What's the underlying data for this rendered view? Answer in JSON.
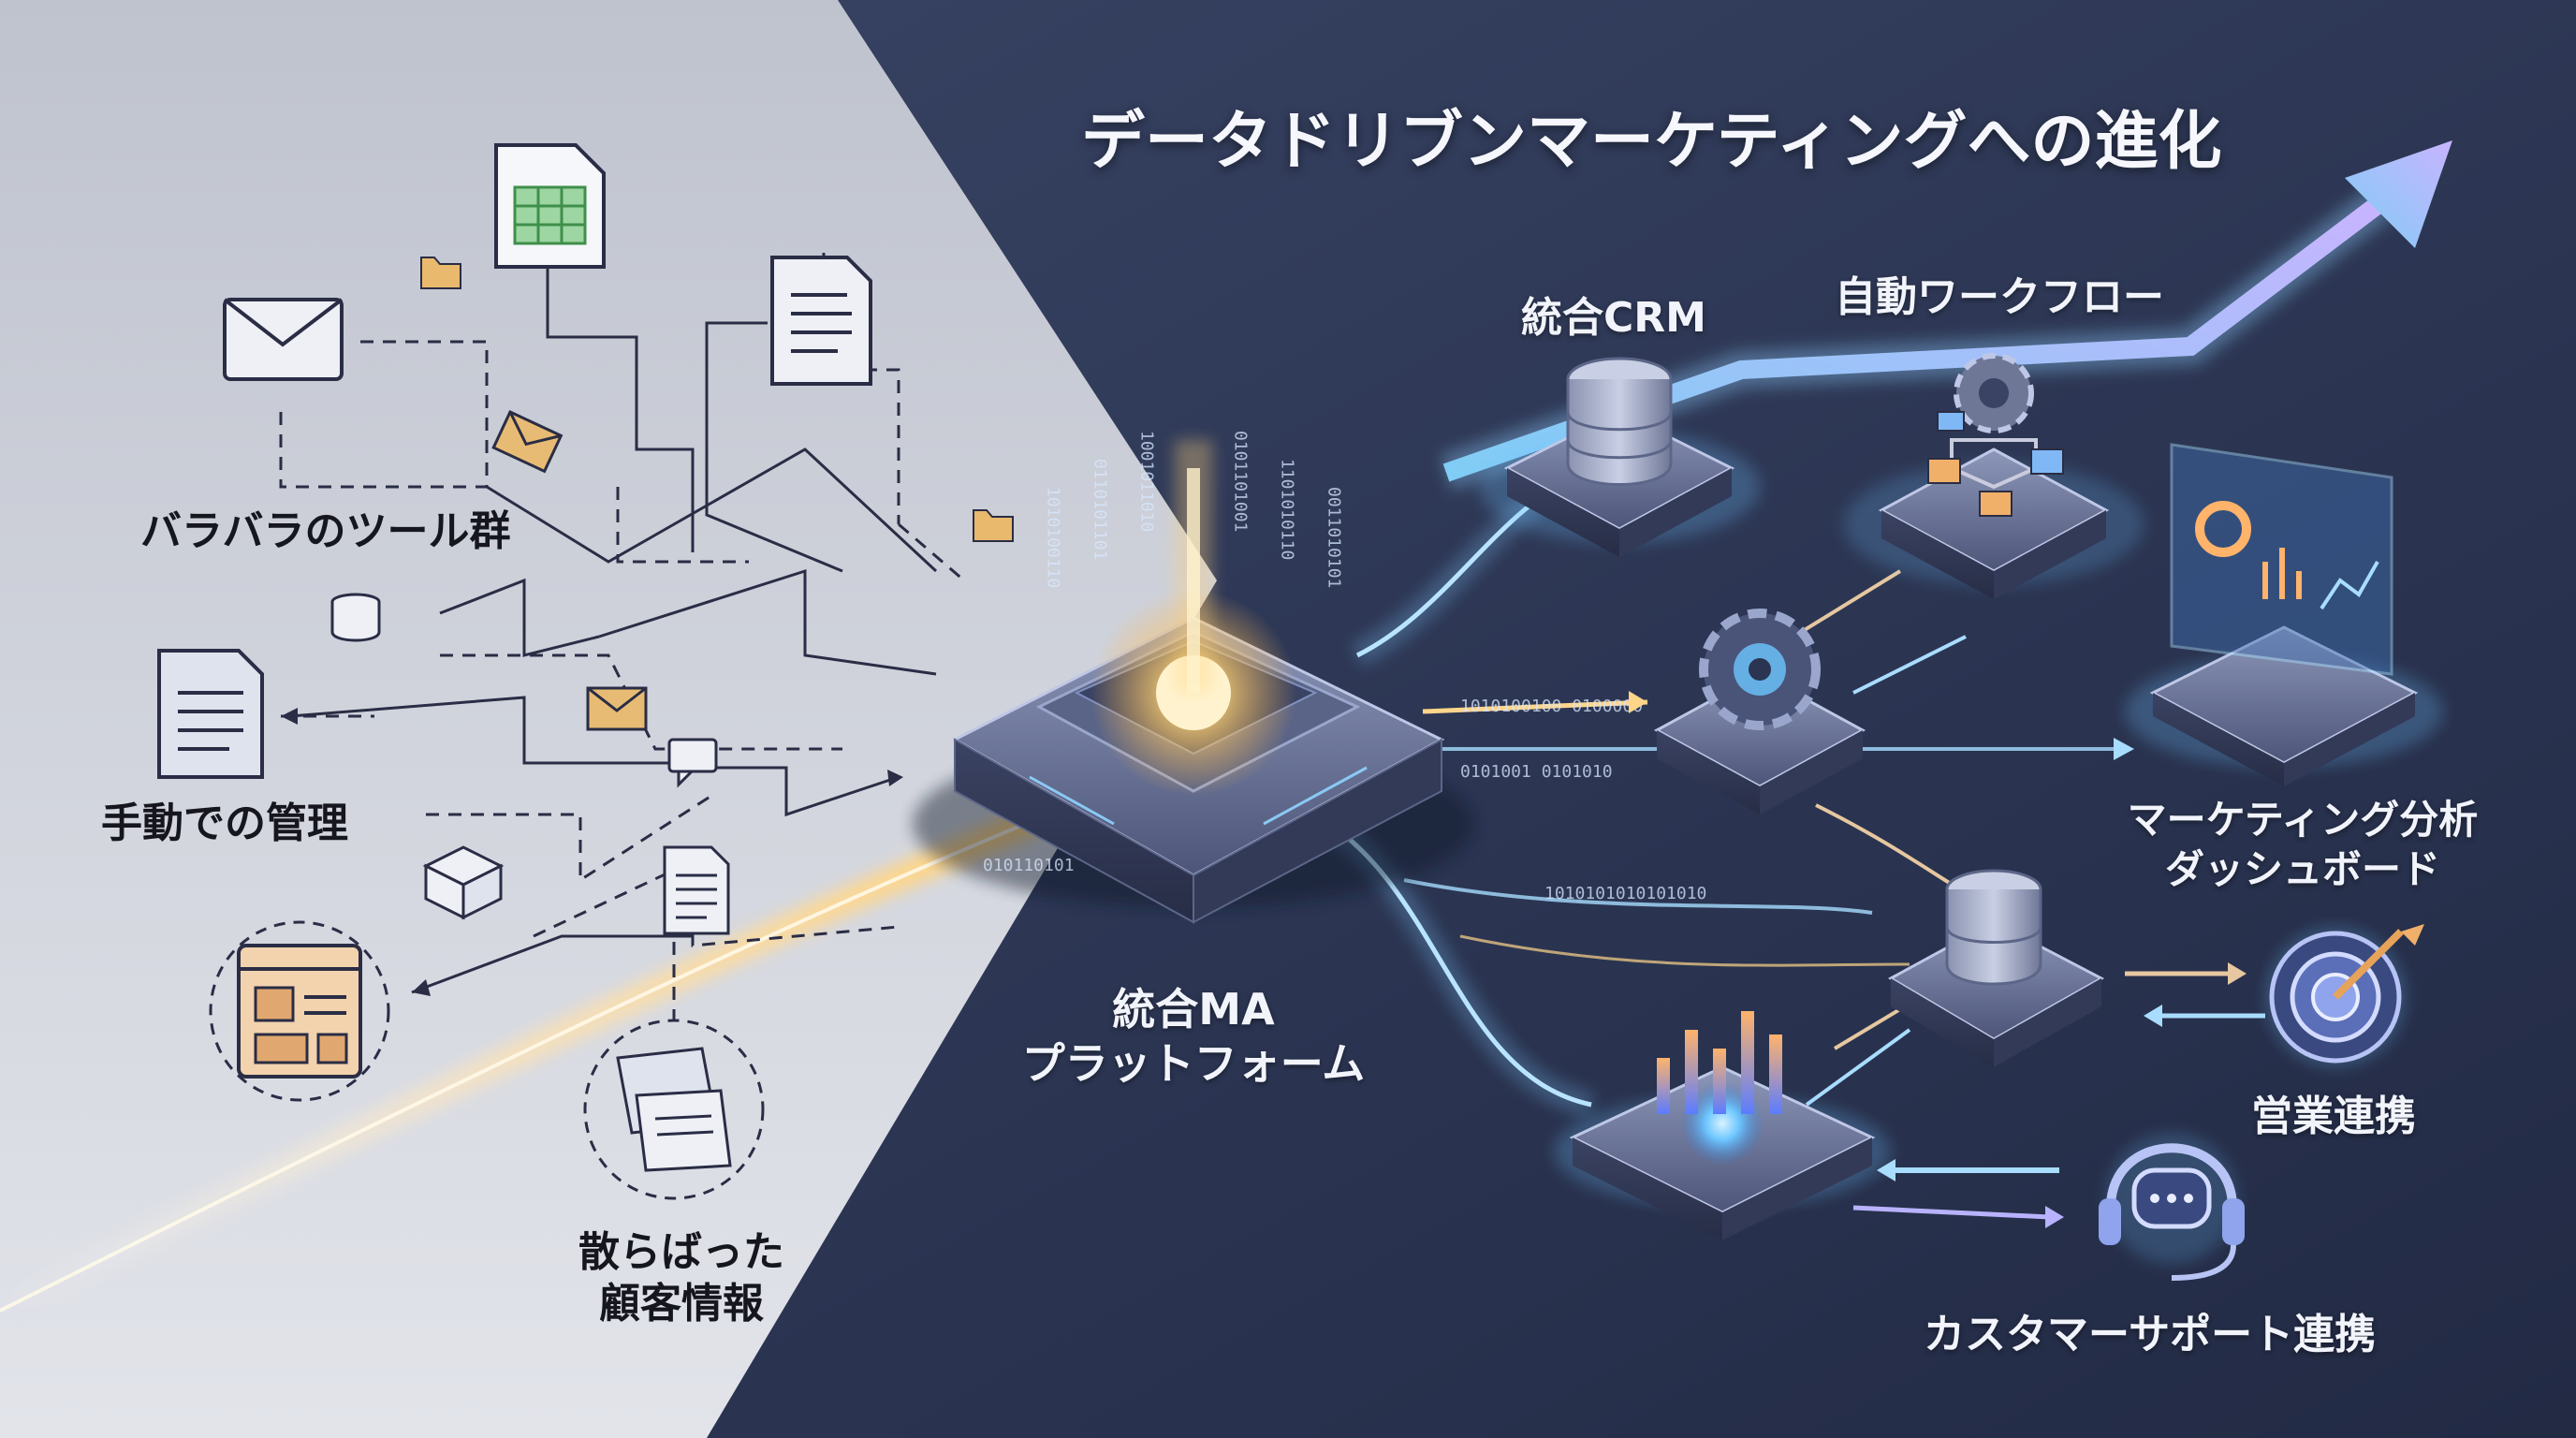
{
  "title": "データドリブンマーケティングへの進化",
  "left": {
    "tools": "バラバラのツール群",
    "manual": "手動での管理",
    "scattered": [
      "散らばった",
      "顧客情報"
    ]
  },
  "center": {
    "platform": [
      "統合MA",
      "プラットフォーム"
    ]
  },
  "right": {
    "crm": "統合CRM",
    "workflow": "自動ワークフロー",
    "analytics": [
      "マーケティング分析",
      "ダッシュボード"
    ],
    "sales": "営業連携",
    "support": "カスタマーサポート連携"
  },
  "colors": {
    "left_bg": "#c9ccd6",
    "right_bg": "#2a3552",
    "flow_glow": "#9fd6ff",
    "core_glow": "#ffc96b",
    "arrow": "#b9a8f5"
  }
}
